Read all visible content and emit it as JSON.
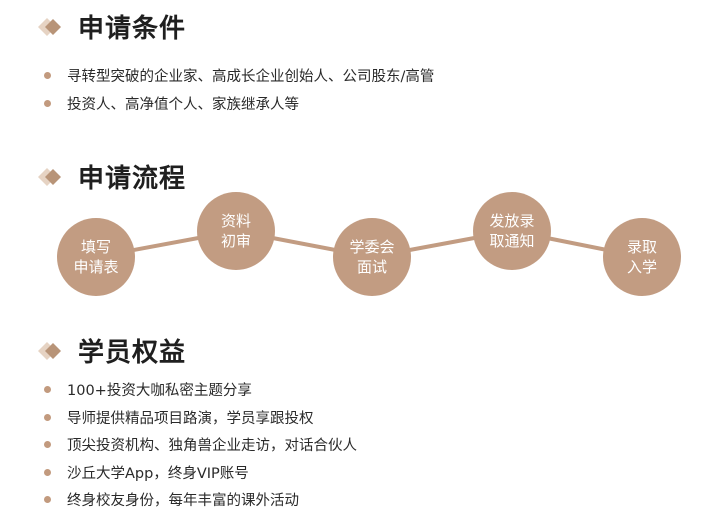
{
  "colors": {
    "accent": "#c29c82",
    "diamond": "#b89478",
    "text": "#222222"
  },
  "sections": {
    "conditions": {
      "title": "申请条件",
      "icon": "diamond-icon",
      "items": [
        "寻转型突破的企业家、高成长企业创始人、公司股东/高管",
        "投资人、高净值个人、家族继承人等"
      ]
    },
    "process": {
      "title": "申请流程",
      "icon": "diamond-icon",
      "steps": [
        "填写\n申请表",
        "资料\n初审",
        "学委会\n面试",
        "发放录\n取通知",
        "录取\n入学"
      ]
    },
    "benefits": {
      "title": "学员权益",
      "icon": "diamond-icon",
      "items": [
        "100+投资大咖私密主题分享",
        "导师提供精品项目路演，学员享跟投权",
        "顶尖投资机构、独角兽企业走访，对话合伙人",
        "沙丘大学App，终身VIP账号",
        "终身校友身份，每年丰富的课外活动"
      ]
    }
  }
}
